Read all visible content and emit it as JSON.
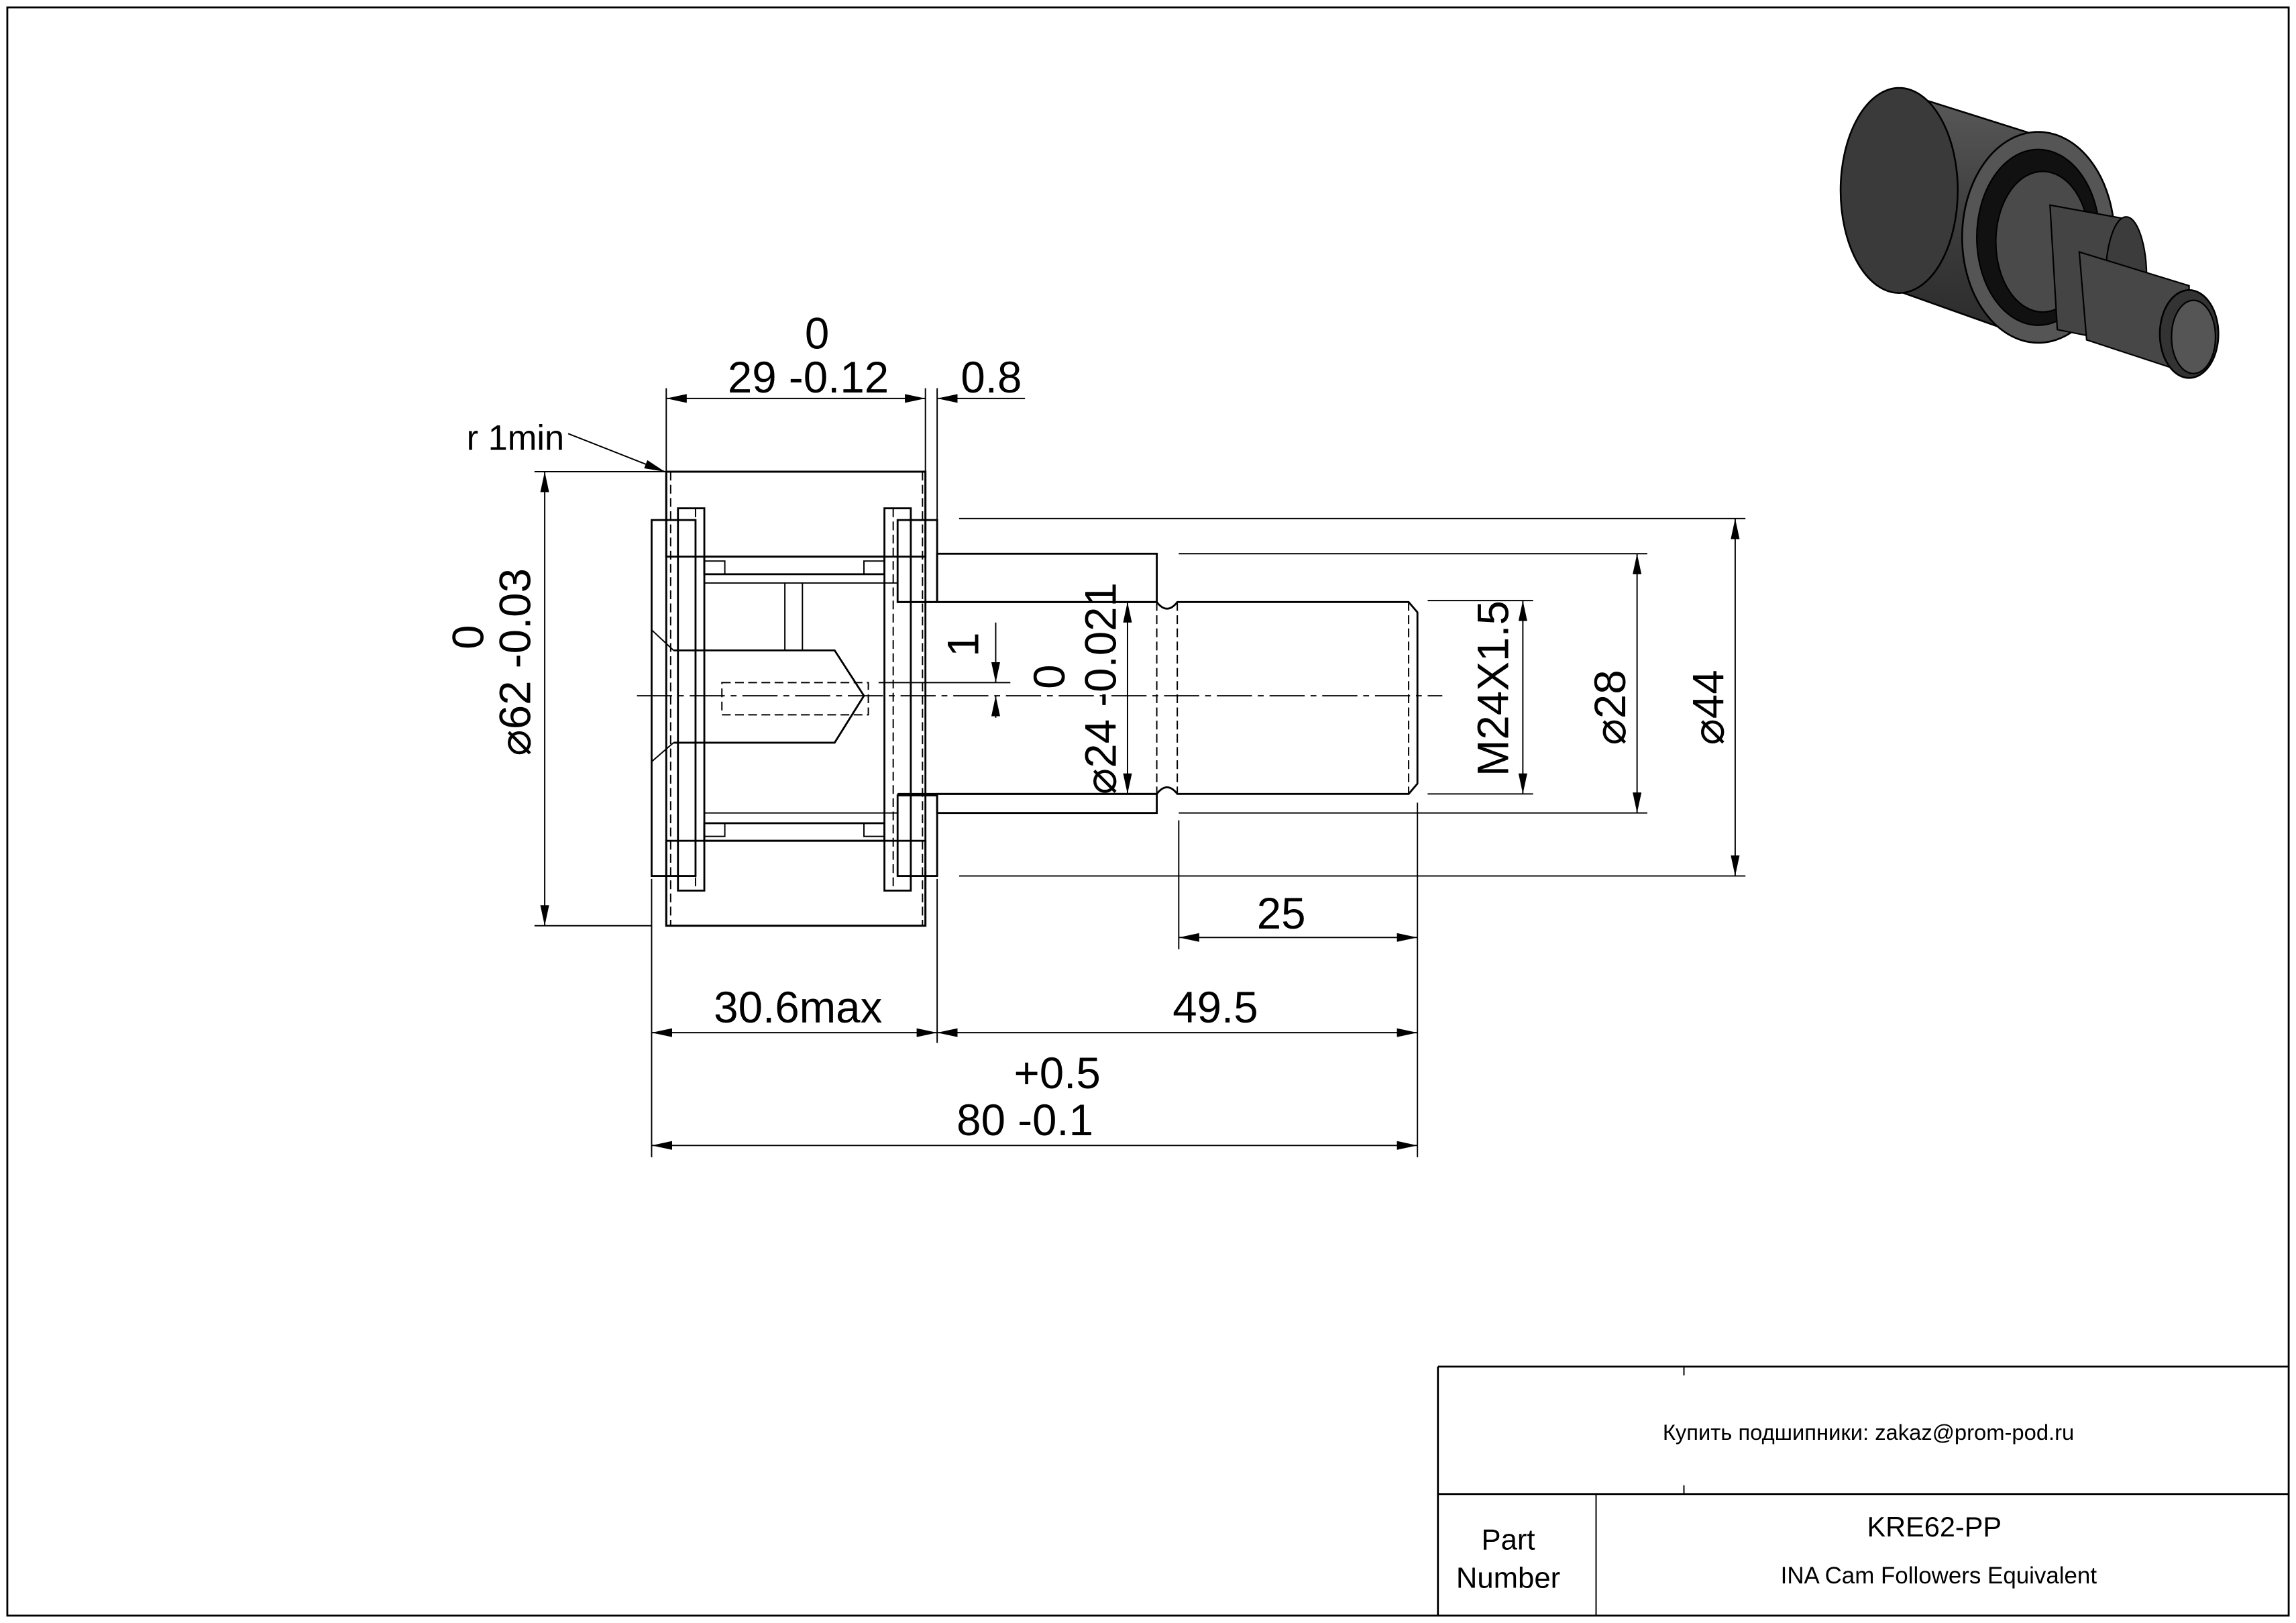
{
  "drawing": {
    "dimensions": {
      "width_tol_upper": "0",
      "width": "29 -0.12",
      "gap": "0.8",
      "radius": "r 1min",
      "outer_dia_tol_upper": "0",
      "outer_dia": "⌀62 -0.03",
      "stud_dia_tol_upper": "0",
      "stud_dia": "⌀24 -0.021",
      "offset": "1",
      "thread": "M24X1.5",
      "shoulder_dia": "⌀28",
      "flange_dia": "⌀44",
      "thread_length": "25",
      "head_length": "30.6max",
      "stud_length": "49.5",
      "total_tol_upper": "+0.5",
      "total_length": "80 -0.1"
    }
  },
  "title_block": {
    "contact": "Купить подшипники: zakaz@prom-pod.ru",
    "part_label_line1": "Part",
    "part_label_line2": "Number",
    "part_number": "KRE62-PP",
    "description": "INA Cam Followers Equivalent"
  },
  "colors": {
    "line": "#000000",
    "render_body": "#4a4a4a",
    "render_dark": "#1e1e1e"
  }
}
